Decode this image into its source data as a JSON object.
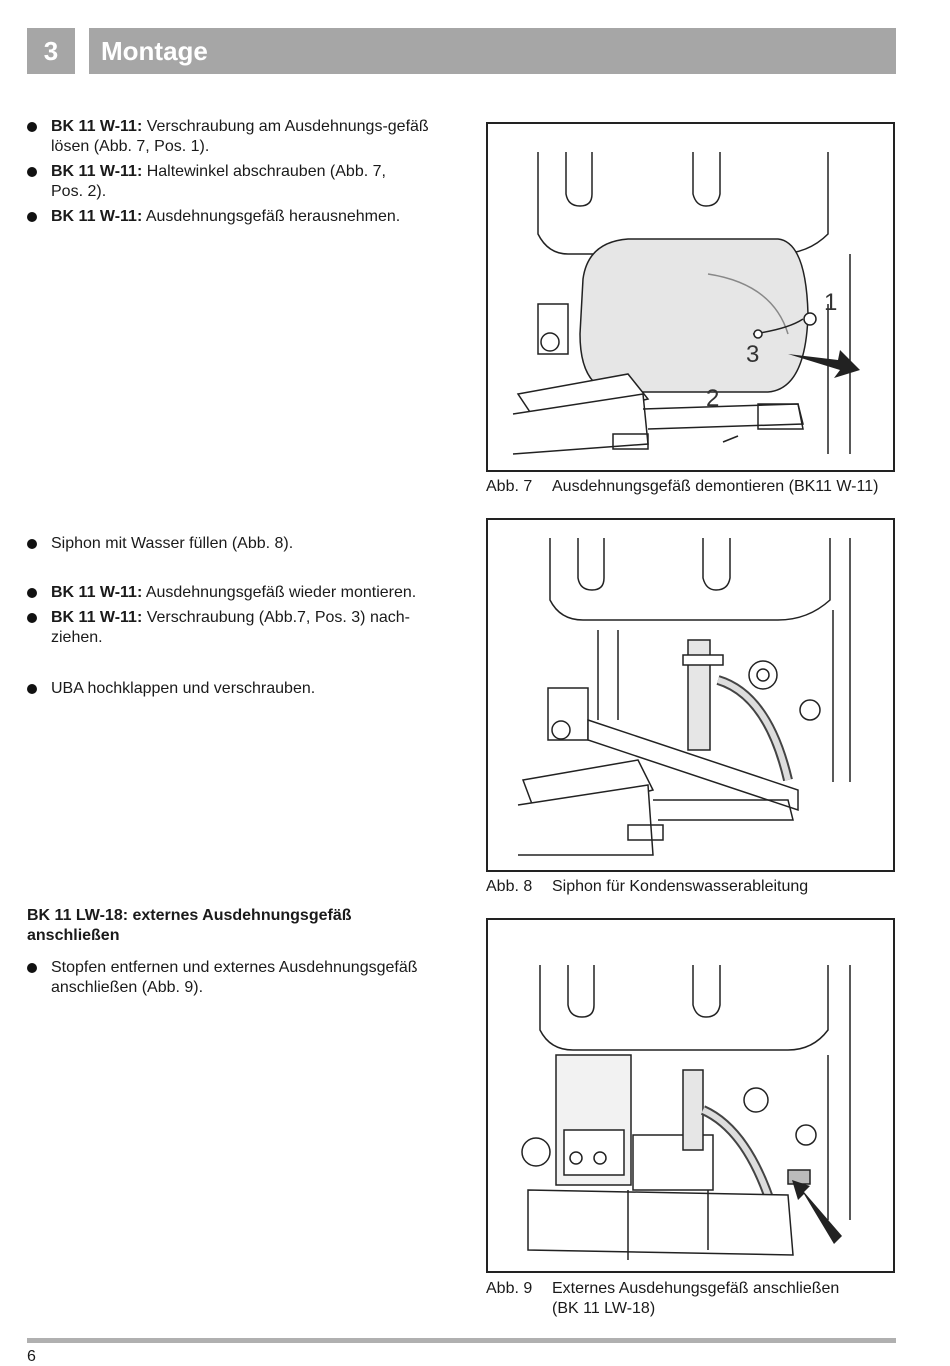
{
  "header": {
    "number": "3",
    "title": "Montage"
  },
  "section1": {
    "items": [
      {
        "bold": "BK 11 W-11:",
        "text": " Verschraubung am Ausdehnungs-gefäß lösen (Abb. 7, Pos. 1)."
      },
      {
        "bold": "BK 11 W-11:",
        "text": " Haltewinkel abschrauben (Abb. 7, Pos. 2)."
      },
      {
        "bold": "BK 11 W-11:",
        "text": " Ausdehnungsgefäß herausnehmen."
      }
    ]
  },
  "section2": {
    "item1": {
      "text": "Siphon mit Wasser füllen (Abb. 8)."
    },
    "item2": {
      "bold": "BK 11 W-11:",
      "text": " Ausdehnungsgefäß wieder montieren."
    },
    "item3": {
      "bold": "BK 11 W-11:",
      "text": " Verschraubung (Abb.7, Pos. 3) nach-ziehen."
    },
    "item4": {
      "text": "UBA hochklappen und verschrauben."
    }
  },
  "section3": {
    "heading": "BK 11 LW-18: externes Ausdehnungsgefäß anschließen",
    "item1": {
      "text": "Stopfen entfernen und externes Ausdehnungsgefäß anschließen (Abb. 9)."
    }
  },
  "figures": {
    "fig7": {
      "num": "Abb. 7",
      "caption": "Ausdehnungsgefäß demontieren (BK11 W-11)",
      "labels": [
        "1",
        "2",
        "3"
      ]
    },
    "fig8": {
      "num": "Abb. 8",
      "caption": "Siphon für Kondenswasserableitung"
    },
    "fig9": {
      "num": "Abb. 9",
      "caption": "Externes Ausdehungsgefäß anschließen",
      "caption2": "(BK 11 LW-18)"
    }
  },
  "footer": {
    "page": "6"
  },
  "colors": {
    "header_bg": "#a6a6a6",
    "rule": "#b0b0b0"
  }
}
